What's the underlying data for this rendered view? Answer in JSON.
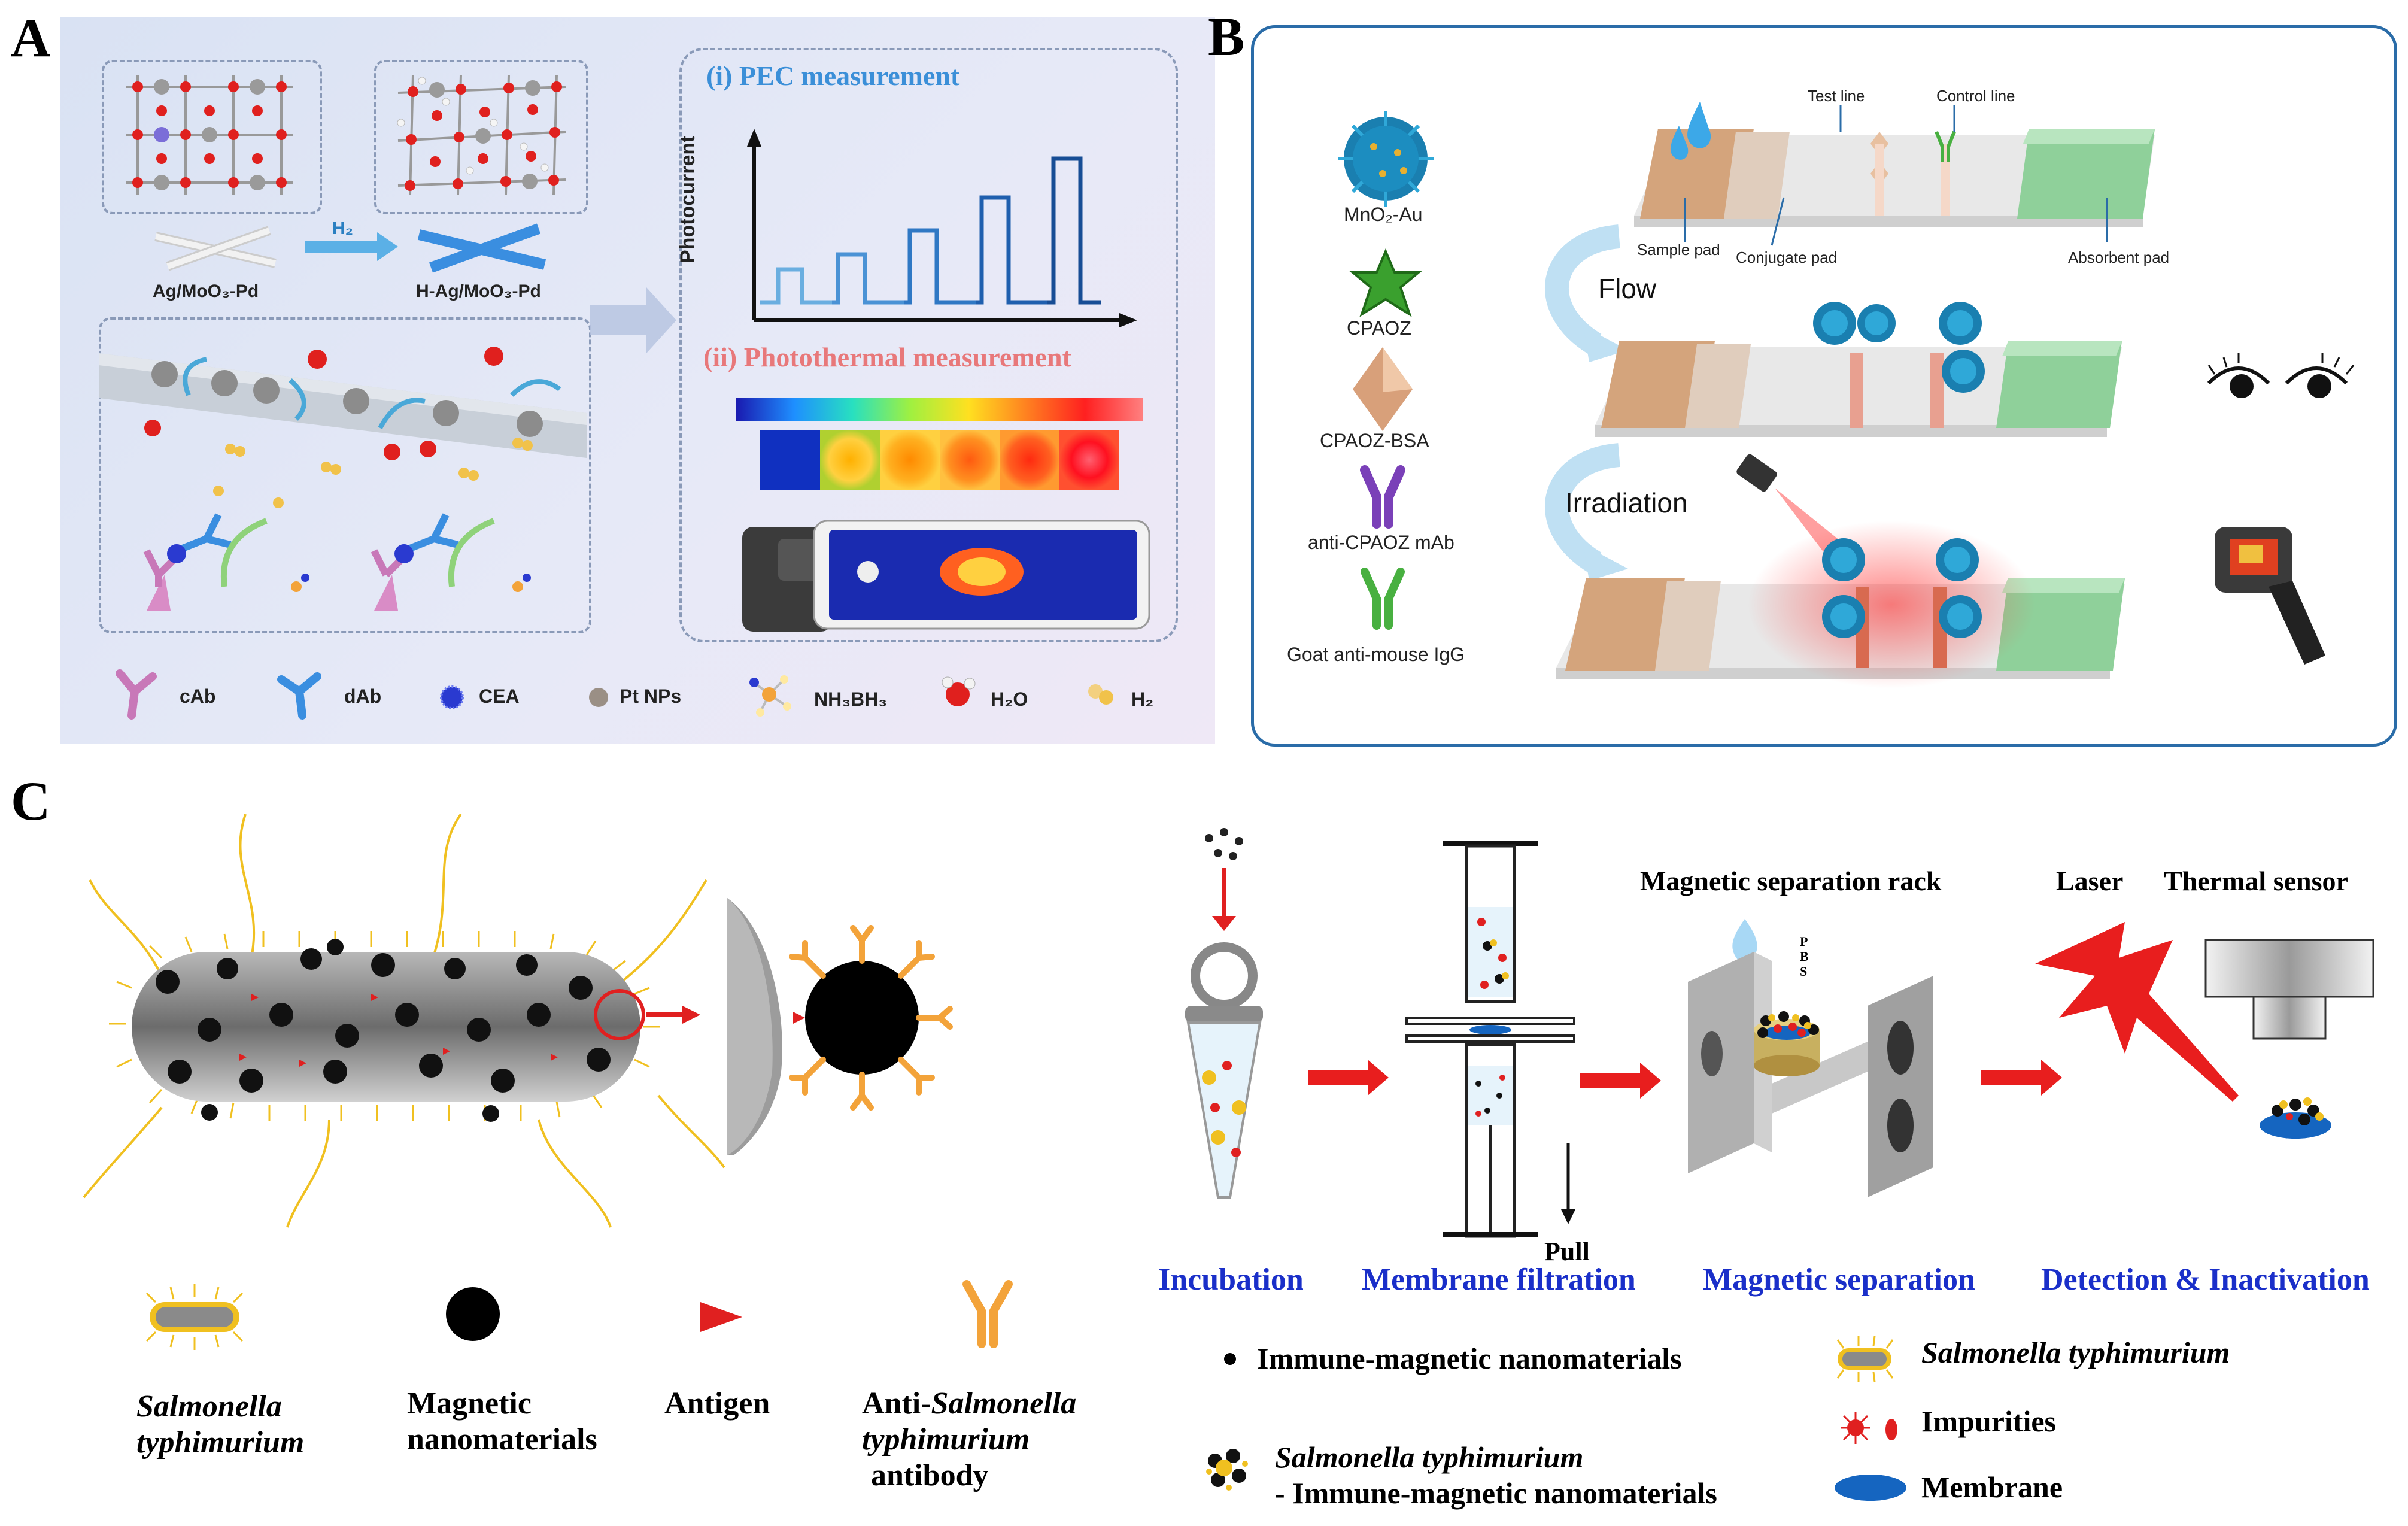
{
  "panels": {
    "a": "A",
    "b": "B",
    "c": "C"
  },
  "panel_a": {
    "ag_label": "Ag/MoO₃-Pd",
    "h2_arrow": "H₂",
    "hag_label": "H-Ag/MoO₃-Pd",
    "pec_title": "(i) PEC measurement",
    "photocurrent_axis": "Photocurrent",
    "photothermal_title": "(ii) Photothermal measurement",
    "legend": {
      "cab": "cAb",
      "dab": "dAb",
      "cea": "CEA",
      "pt": "Pt NPs",
      "nh3bh3": "NH₃BH₃",
      "h2o": "H₂O",
      "h2": "H₂"
    },
    "colors": {
      "pec_title": "#3b8fd8",
      "photothermal_title": "#e8787a",
      "panel_bg": "#dfe6f5"
    }
  },
  "panel_b": {
    "legend": {
      "mno2": "MnO₂-Au",
      "cpaoz": "CPAOZ",
      "cpaoz_bsa": "CPAOZ-BSA",
      "anti_cpaoz": "anti-CPAOZ mAb",
      "goat": "Goat anti-mouse IgG"
    },
    "strip_labels": {
      "test_line": "Test line",
      "control_line": "Control line",
      "sample_pad": "Sample pad",
      "conjugate_pad": "Conjugate pad",
      "absorbent_pad": "Absorbent pad"
    },
    "steps": {
      "flow": "Flow",
      "irradiation": "Irradiation"
    },
    "colors": {
      "border": "#2a6ca8"
    }
  },
  "panel_c": {
    "process_steps": {
      "incubation": "Incubation",
      "filtration": "Membrane filtration",
      "separation": "Magnetic separation",
      "detection": "Detection & Inactivation"
    },
    "top_labels": {
      "rack": "Magnetic separation rack",
      "laser": "Laser",
      "sensor": "Thermal sensor",
      "pull": "Pull",
      "pbs": [
        "P",
        "B",
        "S"
      ]
    },
    "legend_left": {
      "salmonella_1": "Salmonella",
      "salmonella_2": "typhimurium",
      "magnetic_1": "Magnetic",
      "magnetic_2": "nanomaterials",
      "antigen": "Antigen",
      "anti_1": "Anti-",
      "anti_1b": "Salmonella",
      "anti_2": "typhimurium",
      "anti_3": "antibody"
    },
    "legend_right": {
      "immune": "Immune-magnetic nanomaterials",
      "salmonella": "Salmonella typhimurium",
      "impurities": "Impurities",
      "complex_1": "Salmonella typhimurium",
      "complex_2": "- Immune-magnetic nanomaterials",
      "membrane": "Membrane"
    },
    "colors": {
      "step_label": "#1a2fc9",
      "arrow": "#e81e1e",
      "membrane": "#1565c0"
    }
  }
}
